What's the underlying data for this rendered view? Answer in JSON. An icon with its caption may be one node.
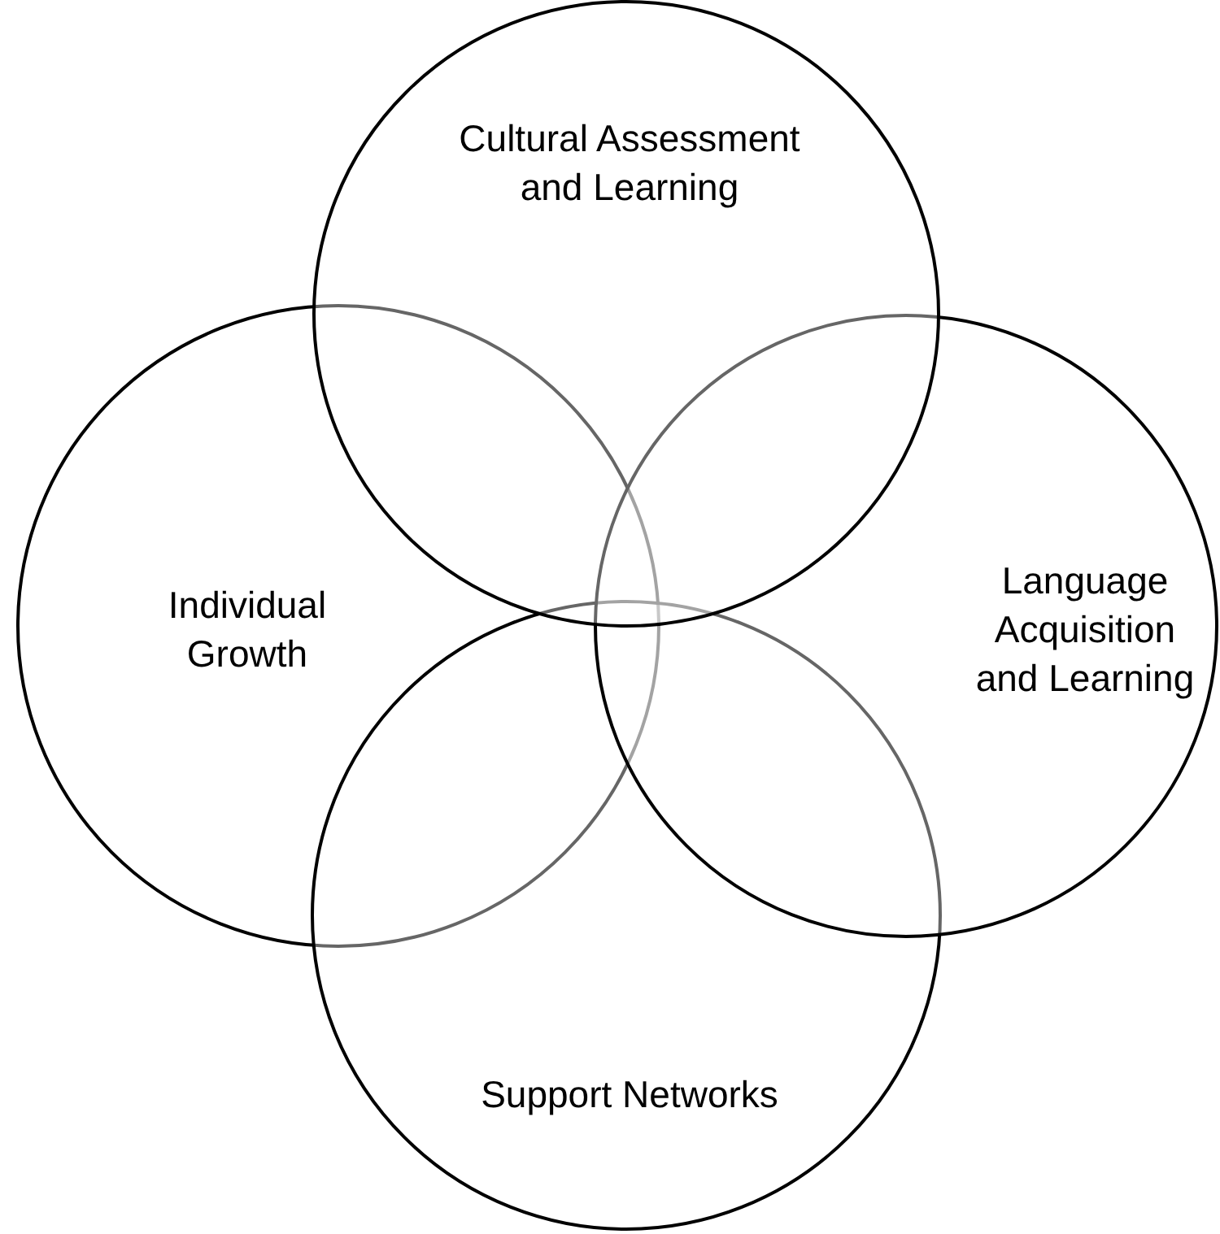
{
  "diagram": {
    "nodes": [
      {
        "text": [
          "Cultural Assessment and Learning"
        ]
      },
      {
        "text": [
          "Individual Growth"
        ]
      },
      {
        "text": [
          "Language Acquisition and Learning"
        ]
      },
      {
        "text": [
          "Support Networks"
        ]
      }
    ]
  }
}
